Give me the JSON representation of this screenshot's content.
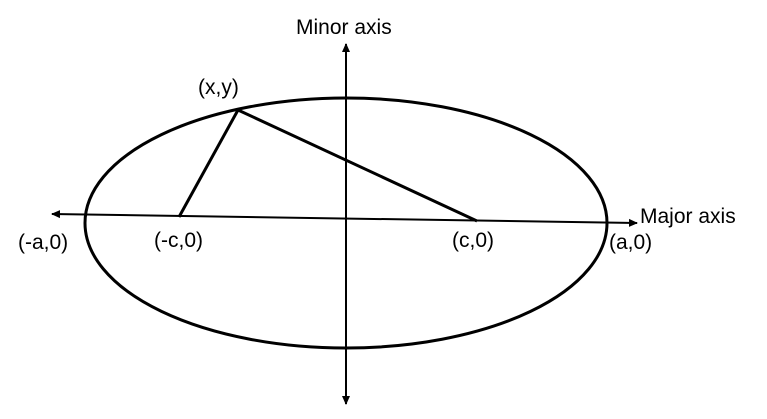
{
  "labels": {
    "minor_axis": "Minor axis",
    "major_axis": "Major axis",
    "point": "(x,y)",
    "neg_vertex": "(-a,0)",
    "neg_focus": "(-c,0)",
    "pos_focus": "(c,0)",
    "pos_vertex": "(a,0)"
  },
  "colors": {
    "stroke": "#000000",
    "background": "#ffffff"
  }
}
